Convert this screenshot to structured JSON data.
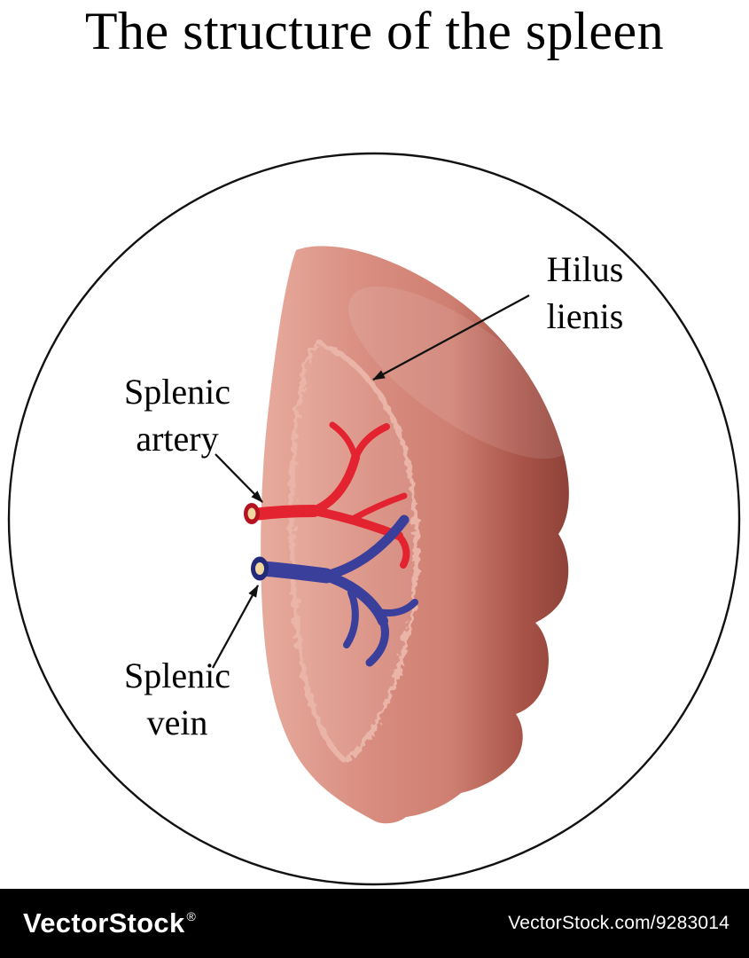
{
  "title": "The structure of the spleen",
  "labels": {
    "hilus": {
      "line1": "Hilus",
      "line2": "lienis"
    },
    "artery": {
      "line1": "Splenic",
      "line2": "artery"
    },
    "vein": {
      "line1": "Splenic",
      "line2": "vein"
    }
  },
  "footer": {
    "brand": "VectorStock",
    "registered": "®",
    "credit": "VectorStock.com/9283014"
  },
  "colors": {
    "spleen_light": "#e7ab9d",
    "spleen_mid": "#cf7f71",
    "spleen_dark": "#8f4238",
    "hilum_outline": "#eab5a8",
    "artery_red": "#e32330",
    "artery_dark": "#b5121f",
    "vein_blue": "#3a3f9b",
    "vein_dark": "#232a7a",
    "lumen_yellow": "#f2d7a0",
    "outline_black": "#111111",
    "footer_bg": "#000000",
    "footer_text": "#ffffff"
  }
}
